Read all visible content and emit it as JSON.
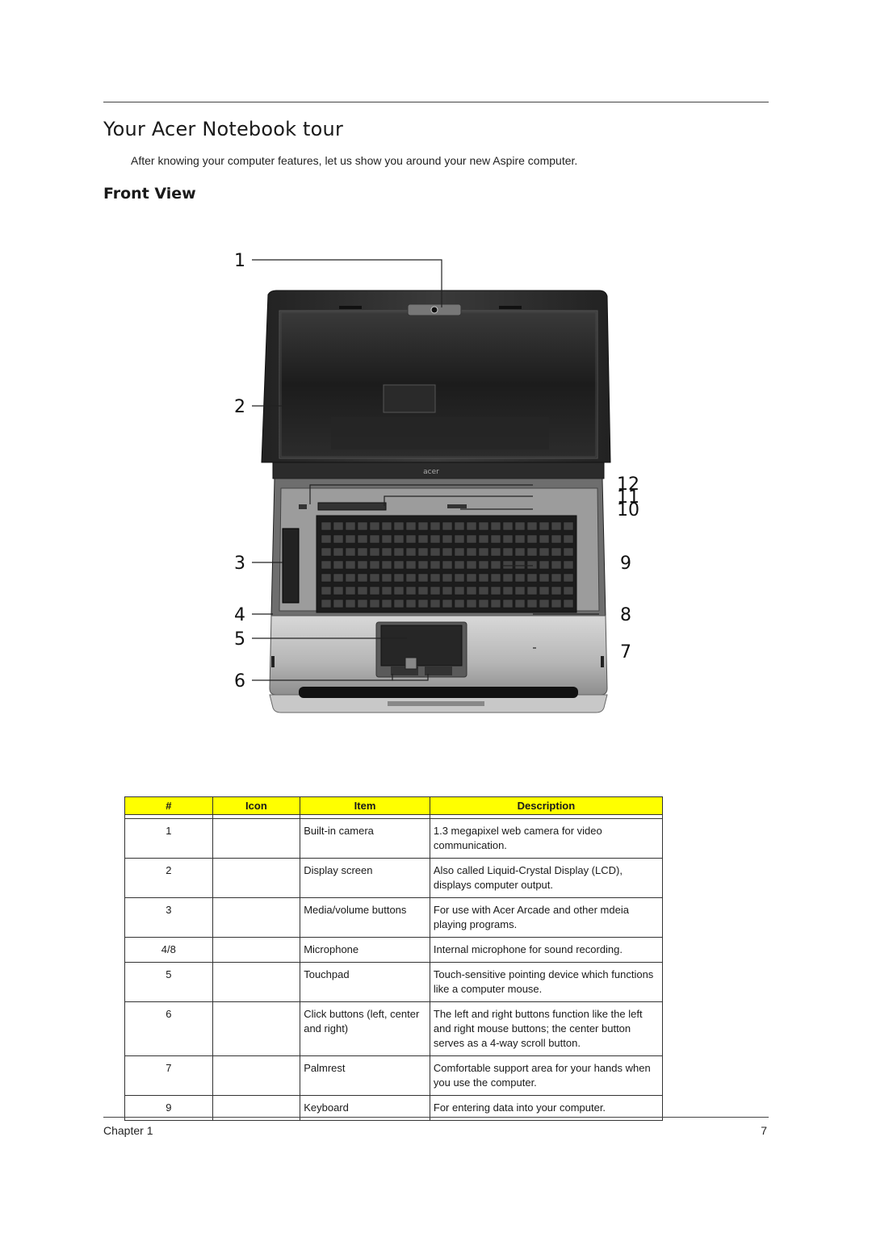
{
  "page": {
    "title": "Your Acer Notebook tour",
    "intro": "After knowing your computer features, let us show you around your new Aspire computer.",
    "section": "Front View"
  },
  "figure": {
    "callouts": [
      "1",
      "2",
      "12",
      "11",
      "10",
      "3",
      "9",
      "4",
      "8",
      "5",
      "7",
      "6"
    ]
  },
  "table": {
    "headers": [
      "#",
      "Icon",
      "Item",
      "Description"
    ],
    "header_color": "#ffff00",
    "rows": [
      {
        "num": "1",
        "item": "Built-in camera",
        "desc": "1.3 megapixel web camera for video communication."
      },
      {
        "num": "2",
        "item": "Display screen",
        "desc": "Also called Liquid-Crystal Display (LCD), displays computer output."
      },
      {
        "num": "3",
        "item": "Media/volume buttons",
        "desc": "For use with Acer Arcade and other mdeia playing programs."
      },
      {
        "num": "4/8",
        "item": "Microphone",
        "desc": "Internal microphone for sound recording."
      },
      {
        "num": "5",
        "item": "Touchpad",
        "desc": "Touch-sensitive pointing device which functions like a computer mouse."
      },
      {
        "num": "6",
        "item": "Click buttons (left, center and right)",
        "desc": "The left and right buttons function like the left and right mouse buttons; the center button serves as a 4-way scroll button."
      },
      {
        "num": "7",
        "item": "Palmrest",
        "desc": "Comfortable support area for your hands when you use the computer."
      },
      {
        "num": "9",
        "item": "Keyboard",
        "desc": "For entering data into your computer."
      }
    ]
  },
  "footer": {
    "chapter": "Chapter 1",
    "page_number": "7"
  }
}
